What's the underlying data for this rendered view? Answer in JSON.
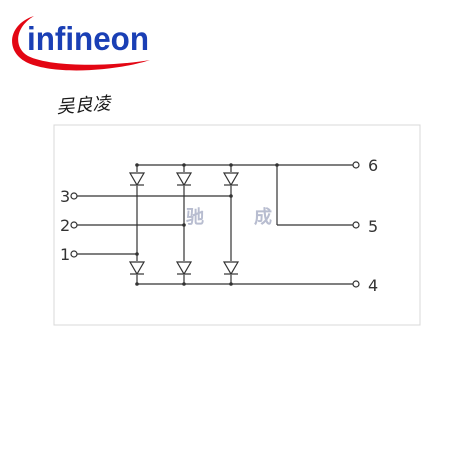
{
  "brand": {
    "logo_text": "infineon",
    "color": "#1a3fb5",
    "swoosh_color": "#e30613"
  },
  "signature": "吴良凌",
  "watermark": {
    "left": "驰",
    "right": "成",
    "color": "#b8bdd0"
  },
  "terminals": {
    "t1": "1",
    "t2": "2",
    "t3": "3",
    "t4": "4",
    "t5": "5",
    "t6": "6"
  },
  "colors": {
    "line": "#333333",
    "frame": "#d8d8d8"
  }
}
